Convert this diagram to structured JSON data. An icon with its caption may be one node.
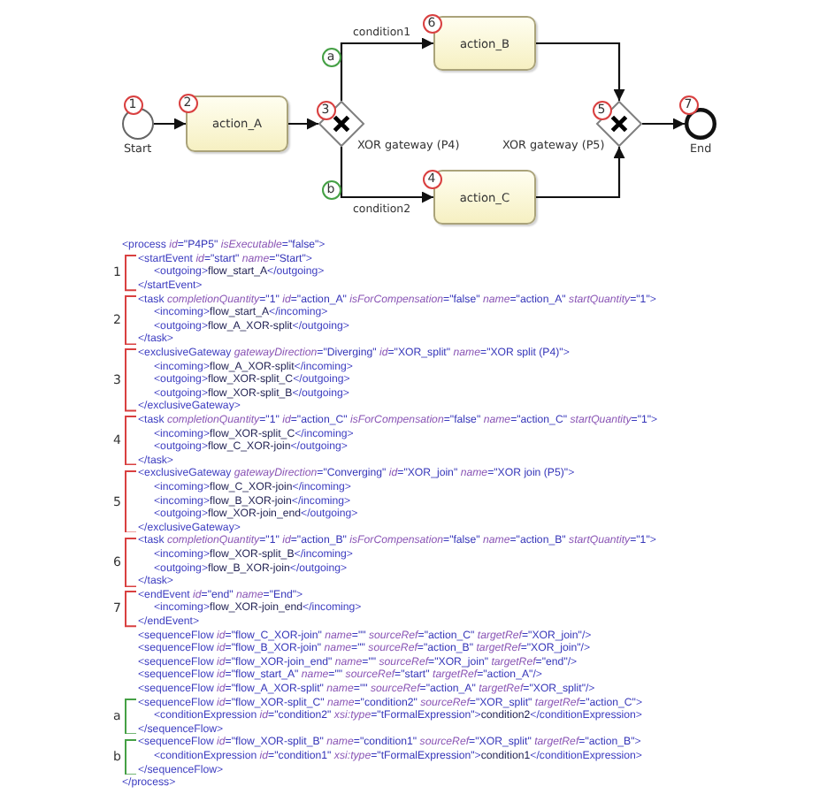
{
  "diagram": {
    "nodes": [
      {
        "text": [],
        "shape": "circle",
        "beside": [
          "Start"
        ]
      },
      {
        "text": [
          "action_A"
        ]
      },
      {
        "text": [],
        "shape": "diamond",
        "beside": [
          "XOR gateway (P4)"
        ]
      },
      {
        "text": [
          "action_B"
        ]
      },
      {
        "text": [
          "action_C"
        ]
      },
      {
        "text": [],
        "shape": "diamond",
        "beside": [
          "XOR gateway (P5)"
        ]
      },
      {
        "text": [],
        "shape": "circle",
        "beside": [
          "End"
        ]
      }
    ],
    "edges": [
      {
        "from": 0,
        "to": 1,
        "arrow": "to"
      },
      {
        "from": 1,
        "to": 2,
        "arrow": "to"
      },
      {
        "from": 2,
        "to": 3,
        "arrow": "to",
        "label": "condition1"
      },
      {
        "from": 2,
        "to": 4,
        "arrow": "to",
        "label": "condition2"
      },
      {
        "from": 3,
        "to": 5,
        "arrow": "to"
      },
      {
        "from": 4,
        "to": 5,
        "arrow": "to"
      },
      {
        "from": 5,
        "to": 6,
        "arrow": "to"
      }
    ],
    "labels": [
      "6",
      "a",
      "1",
      "2",
      "3",
      "5",
      "7",
      "4",
      "b",
      "<process id=\"P4P5\" isExecutable=\"false\">",
      "<startEvent id=\"start\" name=\"Start\">",
      "1",
      "<outgoing>flow_start_A</outgoing>",
      "</startEvent>",
      "<task completionQuantity=\"1\" id=\"action_A\" isForCompensation=\"false\" name=\"action_A\" startQuantity=\"1\">",
      "<incoming>flow_start_A</incoming>",
      "2",
      "<outgoing>flow_A_XOR-split</outgoing>",
      "</task>",
      "<exclusiveGateway gatewayDirection=\"Diverging\" id=\"XOR_split\" name=\"XOR split (P4)\">",
      "<incoming>flow_A_XOR-split</incoming>",
      "3",
      "<outgoing>flow_XOR-split_C</outgoing>",
      "<outgoing>flow_XOR-split_B</outgoing>",
      "</exclusiveGateway>",
      "<task completionQuantity=\"1\" id=\"action_C\" isForCompensation=\"false\" name=\"action_C\" startQuantity=\"1\">",
      "<incoming>flow_XOR-split_C</incoming>",
      "4",
      "<outgoing>flow_C_XOR-join</outgoing>",
      "</task>",
      "<exclusiveGateway gatewayDirection=\"Converging\" id=\"XOR_join\" name=\"XOR join (P5)\">",
      "<incoming>flow_C_XOR-join</incoming>",
      "5",
      "<incoming>flow_B_XOR-join</incoming>",
      "<outgoing>flow_XOR-join_end</outgoing>",
      "</exclusiveGateway>",
      "<task completionQuantity=\"1\" id=\"action_B\" isForCompensation=\"false\" name=\"action_B\" startQuantity=\"1\">",
      "<incoming>flow_XOR-split_B</incoming>",
      "6",
      "<outgoing>flow_B_XOR-join</outgoing>",
      "</task>",
      "<endEvent id=\"end\" name=\"End\">",
      "7",
      "<incoming>flow_XOR-join_end</incoming>",
      "</endEvent>",
      "<sequenceFlow id=\"flow_C_XOR-join\" name=\"\" sourceRef=\"action_C\" targetRef=\"XOR_join\"/>",
      "<sequenceFlow id=\"flow_B_XOR-join\" name=\"\" sourceRef=\"action_B\" targetRef=\"XOR_join\"/>",
      "<sequenceFlow id=\"flow_XOR-join_end\" name=\"\" sourceRef=\"XOR_join\" targetRef=\"end\"/>",
      "<sequenceFlow id=\"flow_start_A\" name=\"\" sourceRef=\"start\" targetRef=\"action_A\"/>",
      "<sequenceFlow id=\"flow_A_XOR-split\" name=\"\" sourceRef=\"action_A\" targetRef=\"XOR_split\"/>",
      "<sequenceFlow id=\"flow_XOR-split_C\" name=\"condition2\" sourceRef=\"XOR_split\" targetRef=\"action_C\">",
      "a",
      "<conditionExpression id=\"condition2\" xsi:type=\"tFormalExpression\">condition2</conditionExpression>",
      "</sequenceFlow>",
      "<sequenceFlow id=\"flow_XOR-split_B\" name=\"condition1\" sourceRef=\"XOR_split\" targetRef=\"action_B\">",
      "b",
      "<conditionExpression id=\"condition1\" xsi:type=\"tFormalExpression\">condition1</conditionExpression>",
      "</sequenceFlow>",
      "</process>"
    ]
  }
}
